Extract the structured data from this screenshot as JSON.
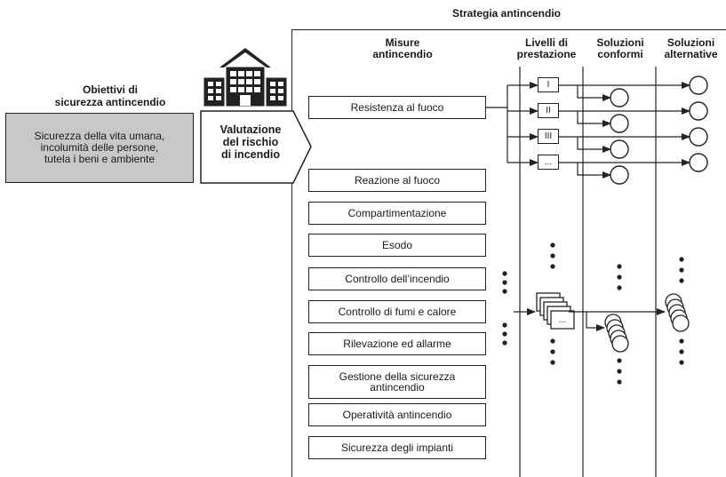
{
  "strategy_title": "Strategia antincendio",
  "objectives": {
    "title_line1": "Obiettivi di",
    "title_line2": "sicurezza antincendio",
    "box_line1": "Sicurezza della vita umana,",
    "box_line2": "incolumità delle persone,",
    "box_line3": "tutela i beni e ambiente"
  },
  "risk_assessment": {
    "line1": "Valutazione",
    "line2": "del rischio",
    "line3": "di incendio"
  },
  "columns": {
    "measures_line1": "Misure",
    "measures_line2": "antincendio",
    "levels_line1": "Livelli di",
    "levels_line2": "prestazione",
    "conform_line1": "Soluzioni",
    "conform_line2": "conformi",
    "alt_line1": "Soluzioni",
    "alt_line2": "alternative"
  },
  "measures": [
    "Resistenza al fuoco",
    "Reazione al fuoco",
    "Compartimentazione",
    "Esodo",
    "Controllo dell’incendio",
    "Controllo di fumi e calore",
    "Rilevazione ed allarme",
    "Gestione della sicurezza",
    "antincendio",
    "Operatività antincendio",
    "Sicurezza degli impianti"
  ],
  "levels": [
    "I",
    "II",
    "III",
    "..."
  ],
  "stack_label": "...",
  "colors": {
    "objectives_fill": "#c8c8c8",
    "stroke": "#222222"
  },
  "icons": [
    "building-icon"
  ]
}
